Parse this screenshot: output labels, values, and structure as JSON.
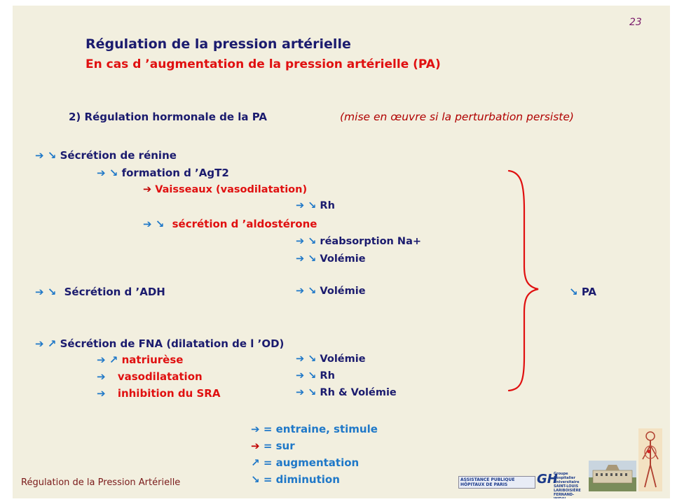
{
  "page_number": "23",
  "title": "Régulation de la pression artérielle",
  "subtitle": "En cas d ’augmentation de la pression artérielle (PA)",
  "section": {
    "heading": "2) Régulation hormonale de la PA",
    "note": "(mise en œuvre si la perturbation persiste)"
  },
  "diagram": {
    "renine": {
      "arrows": "➔ ↘",
      "label": "Sécrétion de rénine"
    },
    "agt2": {
      "arrows": "➔ ↘",
      "label": "formation d ’AgT2"
    },
    "vaisseaux": {
      "arrows": "➔",
      "label": "Vaisseaux (vasodilatation)"
    },
    "rh1": {
      "arrows": "➔ ↘",
      "label": "Rh"
    },
    "aldosterone": {
      "arrows": "➔ ↘",
      "label": "sécrétion d ’aldostérone"
    },
    "reabsorption": {
      "arrows": "➔ ↘",
      "label": "réabsorption Na+"
    },
    "volemie1": {
      "arrows": "➔ ↘",
      "label": "Volémie"
    },
    "adh": {
      "arrows": "➔ ↘",
      "label": "Sécrétion d ’ADH"
    },
    "volemie2": {
      "arrows": "➔ ↘",
      "label": "Volémie"
    },
    "result": {
      "arrows": "↘",
      "label": "PA"
    },
    "fna": {
      "arrows": "➔ ↗",
      "label": "Sécrétion de FNA (dilatation de l ’OD)"
    },
    "natriurese": {
      "arrows": "➔ ↗",
      "label": "natriurèse"
    },
    "volemie3": {
      "arrows": "➔ ↘",
      "label": "Volémie"
    },
    "vasodilatation": {
      "arrows": "➔",
      "label": "vasodilatation"
    },
    "rh2": {
      "arrows": "➔ ↘",
      "label": "Rh"
    },
    "inhibition": {
      "arrows": "➔",
      "label": "inhibition du SRA"
    },
    "rh_volemie": {
      "arrows": "➔ ↘",
      "label": "Rh & Volémie"
    }
  },
  "legend": [
    {
      "symbol": "➔",
      "text": "= entraine, stimule"
    },
    {
      "symbol": "➔",
      "text": "= sur"
    },
    {
      "symbol": "↗",
      "text": "= augmentation"
    },
    {
      "symbol": "↘",
      "text": "= diminution"
    }
  ],
  "footer": "Régulation de la Pression Artérielle",
  "logos": {
    "aphp": "ASSISTANCE PUBLIQUE HÔPITAUX DE PARIS",
    "gh": "GH",
    "gh_text": "Groupe Hospitalier Universitaire SAINT-LOUIS LARIBOISIÈRE FERNAND-WIDAL"
  },
  "colors": {
    "background": "#f2efdf",
    "navy": "#1b1b6e",
    "red": "#e01010",
    "blue": "#1f78c8",
    "brace": "#e01010"
  }
}
